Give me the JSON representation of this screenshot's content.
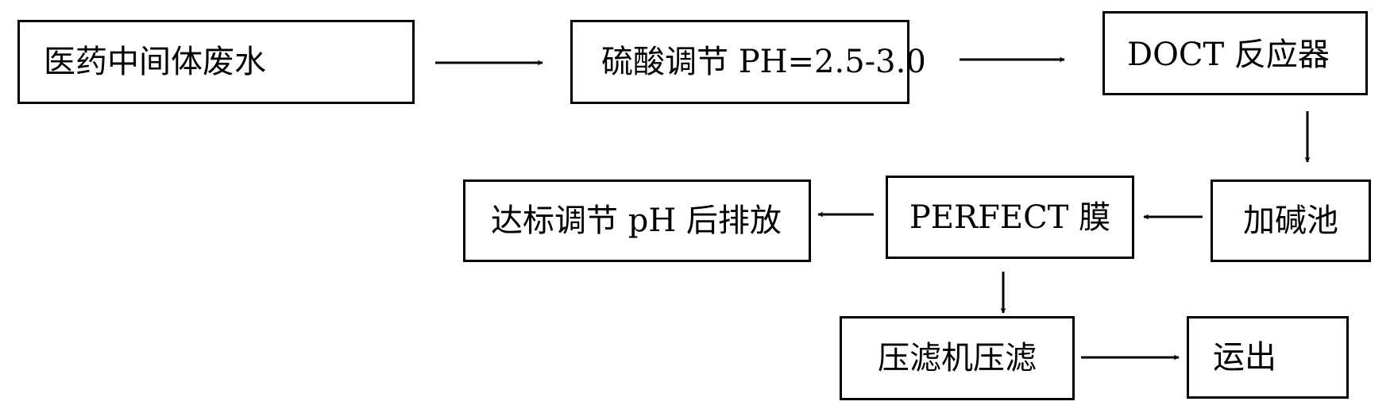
{
  "diagram": {
    "nodes": {
      "wastewater": "医药中间体废水",
      "acid_adjust": "硫酸调节 PH=2.5-3.0",
      "doct_reactor": "DOCT 反应器",
      "alkali_tank": "加碱池",
      "perfect_membrane": "PERFECT 膜",
      "discharge": "达标调节 pH 后排放",
      "filter_press": "压滤机压滤",
      "transport_out": "运出"
    }
  }
}
